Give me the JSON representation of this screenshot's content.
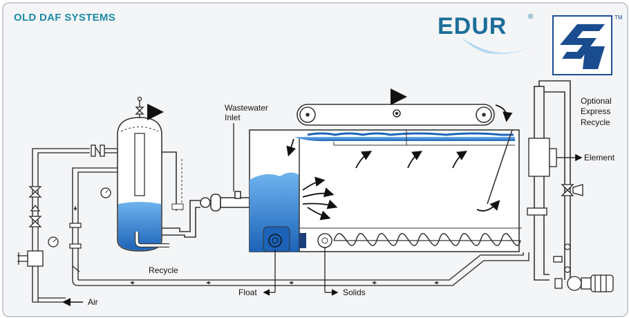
{
  "header": {
    "title": "OLD DAF SYSTEMS",
    "brand_logo_text": "EDUR",
    "brand_mark": "®",
    "trademark": "TM"
  },
  "labels": {
    "wastewater_inlet_line1": "Wastewater",
    "wastewater_inlet_line2": "Inlet",
    "optional_line1": "Optional",
    "optional_line2": "Express",
    "optional_line3": "Recycle",
    "element": "Element",
    "recycle": "Recycle",
    "float": "Float",
    "solids": "Solids",
    "air": "Air"
  },
  "colors": {
    "title": "#1a8aa6",
    "water": "#2f7fd0",
    "logo_blue": "#1a4d8f",
    "pipe": "#444444"
  },
  "icons": [
    "edur-logo",
    "sp-logo",
    "arrow-icon",
    "valve-icon",
    "gauge-icon",
    "pump-icon"
  ]
}
